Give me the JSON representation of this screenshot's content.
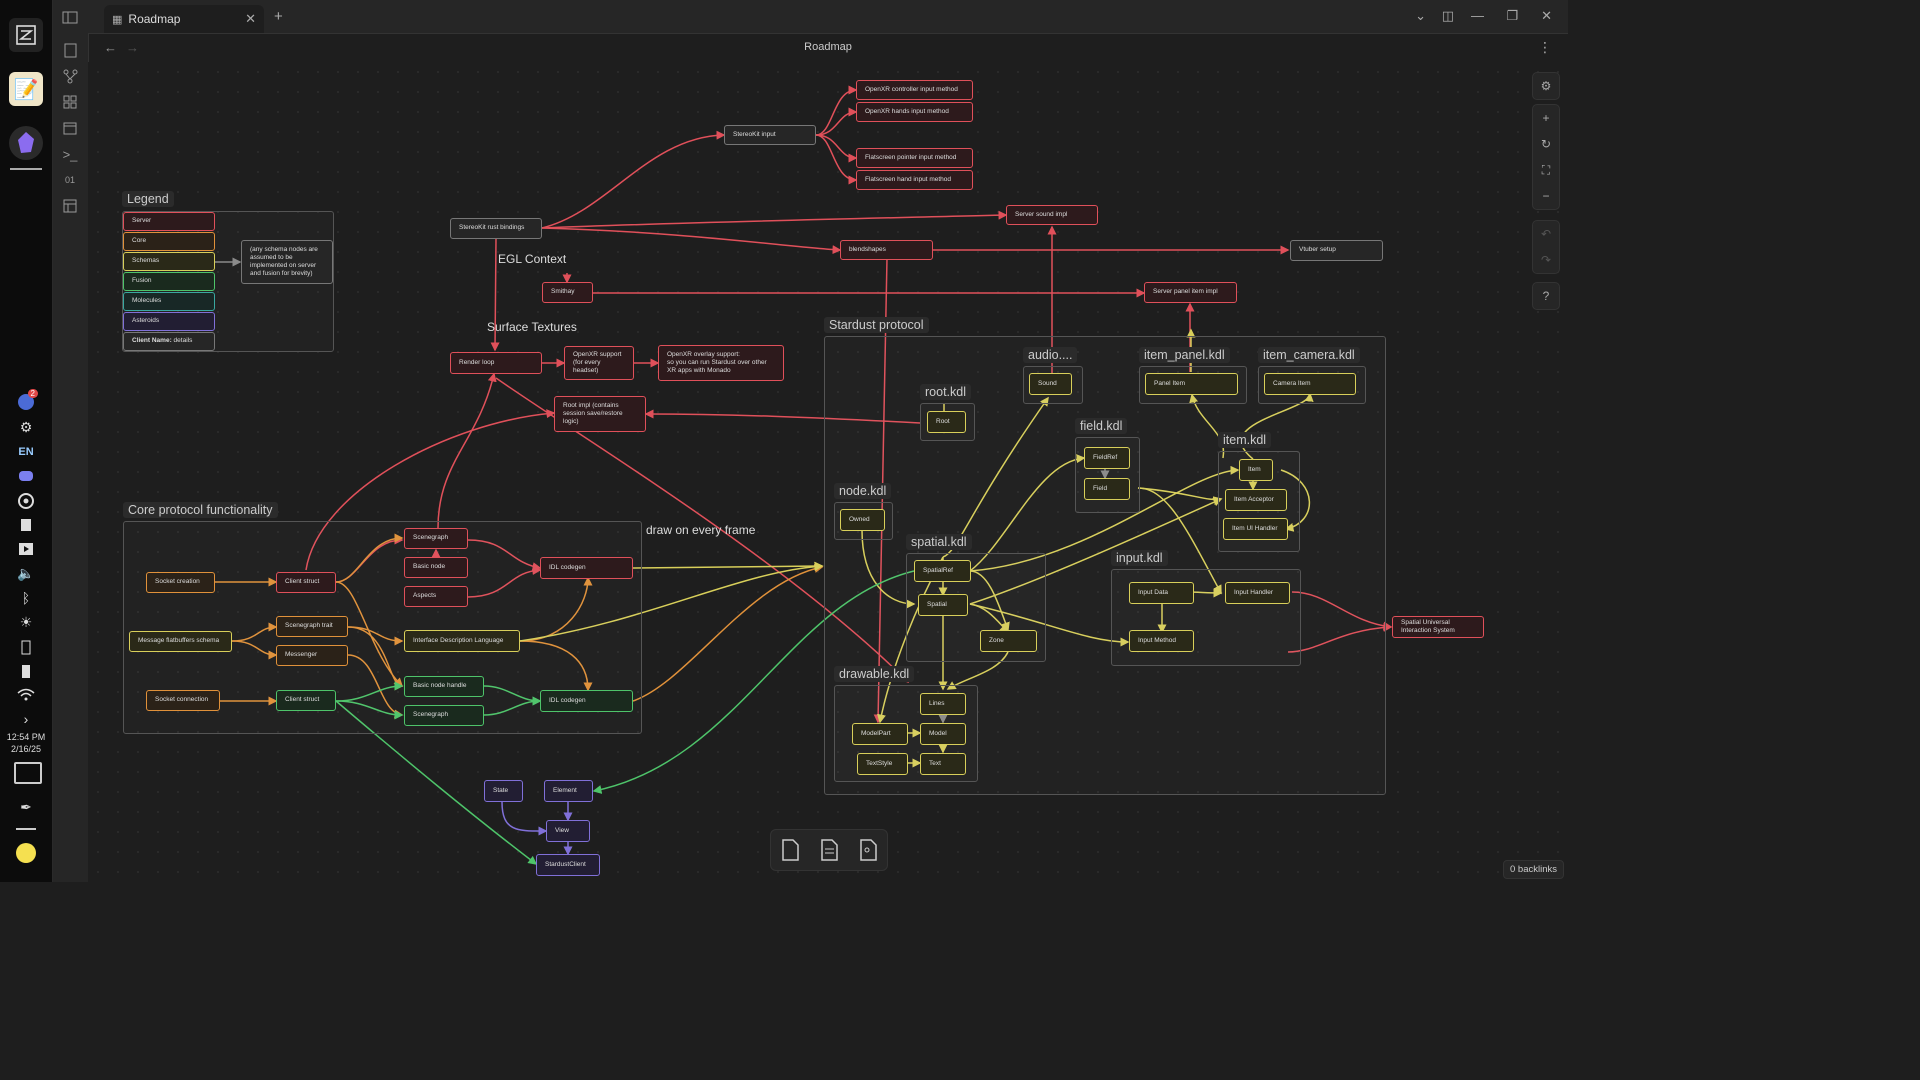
{
  "taskbar": {
    "time": "12:54 PM",
    "date": "2/16/25",
    "lang": "EN",
    "notification_count": "2"
  },
  "tab": {
    "title": "Roadmap",
    "icon": "canvas-icon"
  },
  "page": {
    "title": "Roadmap"
  },
  "footer": {
    "backlinks": "0 backlinks"
  },
  "groups": {
    "legend": "Legend",
    "core": "Core protocol functionality",
    "stardust": "Stardust protocol",
    "audio": "audio....",
    "item_panel": "item_panel.kdl",
    "item_camera": "item_camera.kdl",
    "root": "root.kdl",
    "field": "field.kdl",
    "item": "item.kdl",
    "node": "node.kdl",
    "spatial": "spatial.kdl",
    "input": "input.kdl",
    "drawable": "drawable.kdl"
  },
  "edge_labels": {
    "egl": "EGL Context",
    "surface": "Surface Textures",
    "draw": "draw on every frame"
  },
  "legend": {
    "server": "Server",
    "core": "Core",
    "schemas": "Schemas",
    "fusion": "Fusion",
    "molecules": "Molecules",
    "asteroids": "Asteroids",
    "client_name_bold": "Client Name:",
    "client_name_rest": " details",
    "note": "(any schema nodes are assumed to be implemented on server and fusion for brevity)"
  },
  "nodes": {
    "stereokit_input": "StereoKit input",
    "openxr_controller": "OpenXR controller input method",
    "openxr_hands": "OpenXR hands input method",
    "flatscreen_pointer": "Flatscreen pointer input method",
    "flatscreen_hand": "Flatscreen hand input method",
    "stereokit_rust": "StereoKit rust bindings",
    "server_sound": "Server sound impl",
    "blendshapes": "blendshapes",
    "vtuber": "Vtuber setup",
    "smithay": "Smithay",
    "server_panel": "Server panel item impl",
    "render_loop": "Render loop",
    "openxr_support": "OpenXR support\n(for every\nheadset)",
    "openxr_overlay": "OpenXR overlay support:\nso you can run Stardust over other\nXR apps with Monado",
    "root_impl": "Root impl (contains\nsession save/restore\nlogic)",
    "socket_creation": "Socket creation",
    "client_struct_1": "Client struct",
    "scenegraph_1": "Scenegraph",
    "basic_node": "Basic node",
    "aspects": "Aspects",
    "idl_codegen_1": "IDL codegen",
    "message_flatbuffers": "Message flatbuffers schema",
    "scenegraph_trait": "Scenegraph trait",
    "messenger": "Messenger",
    "idl": "Interface Description Language",
    "socket_connection": "Socket connection",
    "client_struct_2": "Client struct",
    "basic_node_handle": "Basic node handle",
    "scenegraph_2": "Scenegraph",
    "idl_codegen_2": "IDL codegen",
    "state": "State",
    "element": "Element",
    "view": "View",
    "stardust_client": "StardustClient",
    "sound": "Sound",
    "panel_item": "Panel Item",
    "camera_item": "Camera Item",
    "root": "Root",
    "field_ref": "FieldRef",
    "field": "Field",
    "item": "Item",
    "item_acceptor": "Item Acceptor",
    "item_ui_handler": "Item UI Handler",
    "owned": "Owned",
    "spatial_ref": "SpatialRef",
    "spatial": "Spatial",
    "zone": "Zone",
    "input_data": "Input Data",
    "input_handler": "Input Handler",
    "input_method": "Input Method",
    "suis": "Spatial Universal\nInteraction System",
    "lines": "Lines",
    "model_part": "ModelPart",
    "model": "Model",
    "text_style": "TextStyle",
    "text": "Text"
  },
  "colors": {
    "server": "#e0505a",
    "core": "#e0913a",
    "schemas": "#d8cf5a",
    "fusion": "#4ec46a",
    "molecules": "#3aa8a0",
    "asteroids": "#8070d8"
  }
}
